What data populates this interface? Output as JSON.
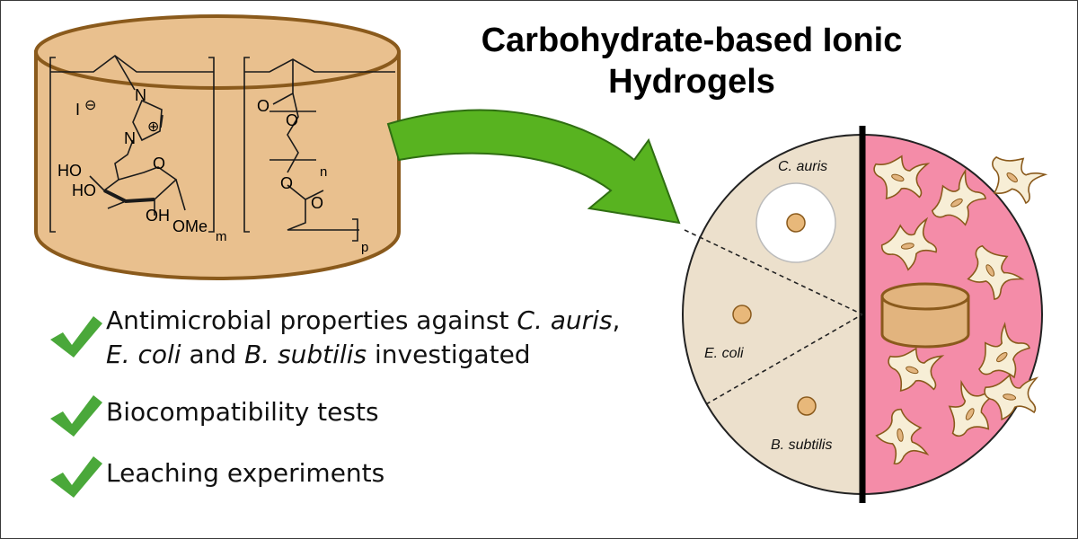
{
  "title": {
    "line1": "Carbohydrate-based Ionic",
    "line2": "Hydrogels"
  },
  "structure": {
    "iodide": "I",
    "iodide_charge": "⊖",
    "ring_n1": "N",
    "ring_n2": "N",
    "ring_charge": "⊕",
    "ho1": "HO",
    "ho2": "HO",
    "oh": "OH",
    "ome": "OMe",
    "ring_o": "O",
    "ester_o1": "O",
    "ester_o2": "O",
    "ester_o3": "O",
    "carbonyl_o": "O",
    "sub_m": "m",
    "sub_n": "n",
    "sub_p": "p"
  },
  "bullets": {
    "b1_pre": "Antimicrobial  properties  against ",
    "b1_it1": "C. auris",
    "b1_mid": ",",
    "b1_it2": "E. coli",
    "b1_and": " and ",
    "b1_it3": "B. subtilis",
    "b1_post": " investigated",
    "b2": "Biocompatibility tests",
    "b3": "Leaching experiments"
  },
  "plate": {
    "label_c_auris": "C. auris",
    "label_e_coli": "E. coli",
    "label_b_subtilis": "B. subtilis"
  },
  "colors": {
    "cylinder_fill": "#e9c08e",
    "cylinder_stroke": "#8a5a1c",
    "arrow_green": "#58b320",
    "plate_beige": "#ece0cc",
    "plate_pink": "#f48ca8",
    "cell_fill": "#f7eed6",
    "check_green": "#4aa83a"
  },
  "icons": [
    "check-icon",
    "curved-arrow-icon",
    "hydrogel-cylinder-icon",
    "fibroblast-cell-icon"
  ]
}
